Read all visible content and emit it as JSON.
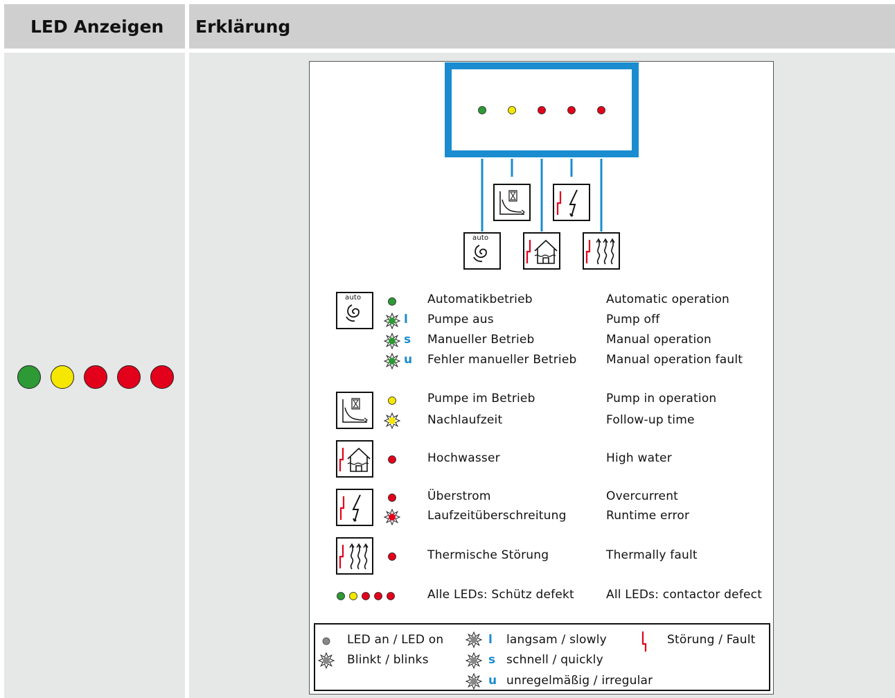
{
  "header": {
    "col1": "LED Anzeigen",
    "col2": "Erklärung"
  },
  "colors": {
    "green": "#2e9a36",
    "yellow": "#f5e700",
    "red": "#e3001b",
    "blue": "#1a8ccf",
    "grey": "#888888"
  },
  "leds": [
    "green",
    "yellow",
    "red",
    "red",
    "red"
  ],
  "panel": {
    "icon_auto_label": "auto",
    "rows": [
      {
        "de": "Automatikbetrieb",
        "en": "Automatic operation"
      },
      {
        "de": "Pumpe aus",
        "en": "Pump off",
        "mode": "l"
      },
      {
        "de": "Manueller Betrieb",
        "en": "Manual operation",
        "mode": "s"
      },
      {
        "de": "Fehler manueller Betrieb",
        "en": "Manual operation fault",
        "mode": "u"
      },
      {
        "de": "Pumpe im Betrieb",
        "en": "Pump in operation"
      },
      {
        "de": "Nachlaufzeit",
        "en": "Follow-up time"
      },
      {
        "de": "Hochwasser",
        "en": "High water"
      },
      {
        "de": "Überstrom",
        "en": "Overcurrent"
      },
      {
        "de": "Laufzeitüberschreitung",
        "en": "Runtime error"
      },
      {
        "de": "Thermische Störung",
        "en": "Thermally fault"
      },
      {
        "de": "Alle LEDs: Schütz defekt",
        "en": "All LEDs: contactor defect"
      }
    ],
    "legend": {
      "led_on": "LED an / LED on",
      "blinks": "Blinkt / blinks",
      "l": "l",
      "slowly": "langsam / slowly",
      "s": "s",
      "quickly": "schnell / quickly",
      "u": "u",
      "irregular": "unregelmäßig / irregular",
      "fault": "Störung / Fault"
    }
  }
}
